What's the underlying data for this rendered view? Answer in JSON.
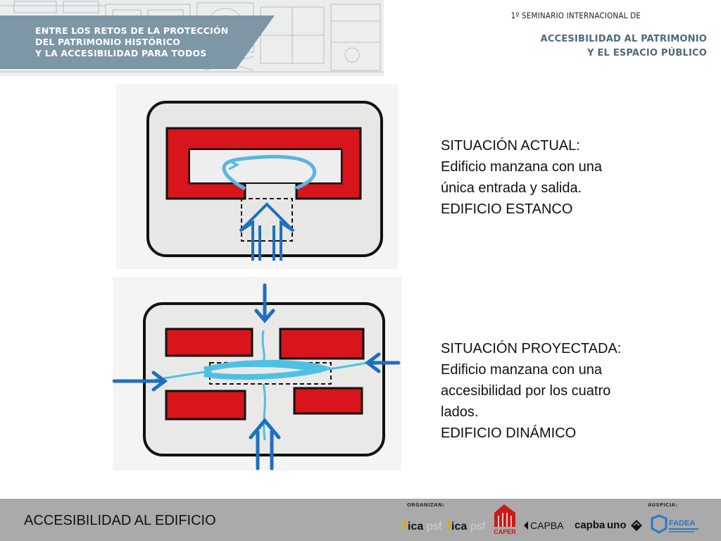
{
  "header": {
    "banner_line1": "ENTRE LOS RETOS DE LA PROTECCIÓN",
    "banner_line2": "DEL PATRIMONIO HISTÓRICO",
    "banner_line3": "Y LA ACCESIBILIDAD PARA TODOS",
    "seminar_pre": "1º SEMINARIO INTERNACIONAL DE",
    "seminar_line1": "ACCESIBILIDAD AL PATRIMONIO",
    "seminar_line2": "Y EL ESPACIO PÚBLICO"
  },
  "current": {
    "line1": "SITUACIÓN ACTUAL:",
    "line2": "Edificio manzana con una",
    "line3": "única entrada y salida.",
    "line4": "EDIFICIO ESTANCO"
  },
  "projected": {
    "line1": "SITUACIÓN PROYECTADA:",
    "line2": "Edificio manzana con una",
    "line3": "accesibilidad por los cuatro",
    "line4": "lados.",
    "line5": "EDIFICIO DINÁMICO"
  },
  "footer": {
    "title": "ACCESIBILIDAD AL EDIFICIO",
    "organizan_label": "ORGANIZAN:",
    "auspicia_label": "AUSPICIA:",
    "logos": {
      "ica1_a": "ica",
      "ica1_b": "psf",
      "ica2_a": "ica",
      "ica2_b": "psf",
      "caper": "CAPER",
      "capba": "CAPBA",
      "capbauno_a": "capba",
      "capbauno_b": "uno",
      "fadea": "FADEA"
    }
  },
  "colors": {
    "banner": "#7d97a6",
    "seminar_title": "#4c6a7a",
    "sketch_red": "#d8141c",
    "sketch_blue": "#2f8fd0",
    "footer": "#aaaaaa"
  }
}
